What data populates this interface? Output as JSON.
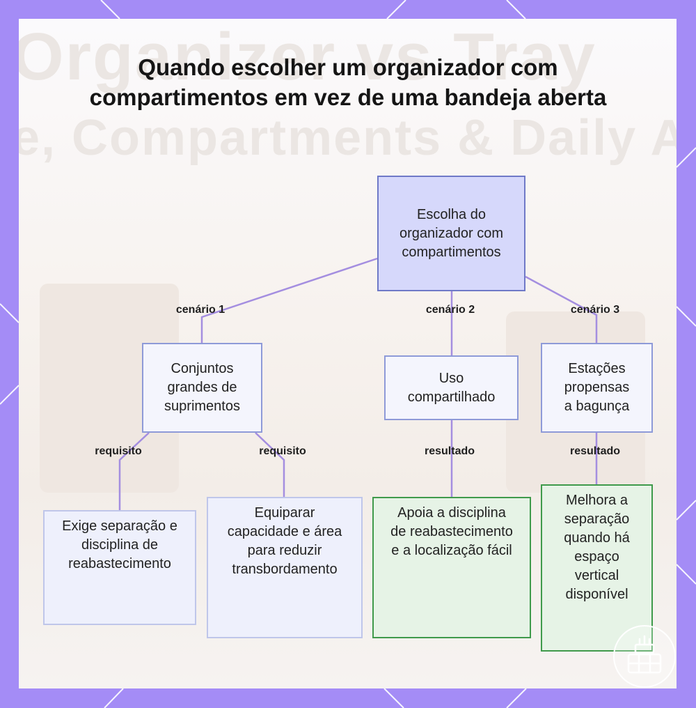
{
  "title": "Quando escolher um organizador com compartimentos em vez de uma bandeja aberta",
  "background_text": [
    "Organizer vs Tray",
    "e, Compartments & Daily A"
  ],
  "nodes": {
    "root": "Escolha do organizador com compartimentos",
    "large_sets": "Conjuntos grandes de suprimentos",
    "shared_use": "Uso compartilhado",
    "messy_stations": "Estações propensas a bagunça",
    "separation": "Exige separação e disciplina de reabastecimento",
    "capacity": "Equiparar capacidade e área para reduzir transbordamento",
    "supports": "Apoia a disciplina de reabastecimento e a localização fácil",
    "improves": "Melhora a separação quando há espaço vertical disponível"
  },
  "edges": {
    "scenario1": "cenário 1",
    "scenario2": "cenário 2",
    "scenario3": "cenário 3",
    "req1": "requisito",
    "req2": "requisito",
    "result1": "resultado",
    "result2": "resultado"
  },
  "colors": {
    "frame": "#a48cf6",
    "root_fill": "#d6d8fb",
    "root_border": "#6f79c7",
    "connector": "#a48ee0",
    "green_border": "#3f9a4b",
    "green_fill": "#e6f3e6"
  },
  "icons": {
    "logo": "organizer-tray-icon"
  }
}
